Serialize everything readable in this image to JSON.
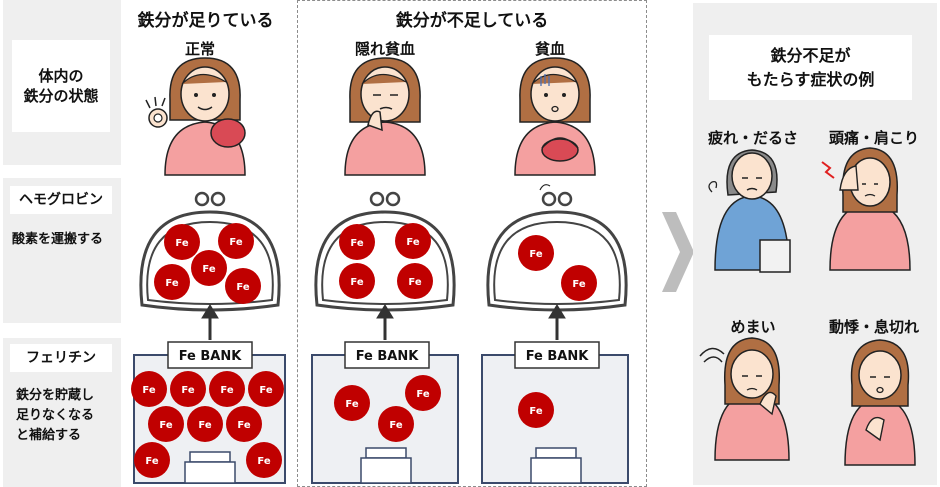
{
  "row_labels": {
    "body_iron": "体内の\n鉄分の状態",
    "hemoglobin_title": "ヘモグロビン",
    "hemoglobin_desc": "酸素を運搬する",
    "ferritin_title": "フェリチン",
    "ferritin_desc": "鉄分を貯蔵し\n足りなくなる\nと補給する"
  },
  "columns": {
    "sufficient_header": "鉄分が足りている",
    "insufficient_header": "鉄分が不足している",
    "normal": "正常",
    "hidden_anemia": "隠れ貧血",
    "anemia": "貧血"
  },
  "coin_label": "Fe",
  "bank_label": "Fe BANK",
  "symptoms": {
    "title": "鉄分不足が\nもたらす症状の例",
    "fatigue": "疲れ・だるさ",
    "headache": "頭痛・肩こり",
    "dizziness": "めまい",
    "palpitation": "動悸・息切れ"
  },
  "colors": {
    "coin": "#c00000",
    "panel": "#efefef",
    "skin": "#fbe3cf",
    "hair": "#b06f43",
    "shirt": "#f4a0a0",
    "blue_shirt": "#6fa3d6"
  }
}
